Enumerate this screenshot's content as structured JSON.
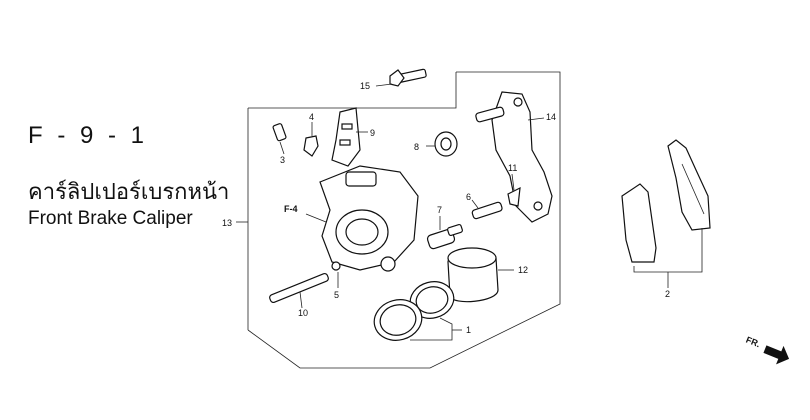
{
  "title": {
    "code": "F - 9 - 1",
    "thai": "คาร์ลิปเปอร์เบรกหน้า",
    "english": "Front Brake Caliper"
  },
  "callouts": {
    "c1": "1",
    "c2": "2",
    "c3": "3",
    "c4": "4",
    "c5": "5",
    "c6": "6",
    "c7": "7",
    "c8": "8",
    "c9": "9",
    "c10": "10",
    "c11": "11",
    "c12": "12",
    "c13": "13",
    "c14": "14",
    "c15": "15"
  },
  "reference": "F-4",
  "direction": "FR."
}
